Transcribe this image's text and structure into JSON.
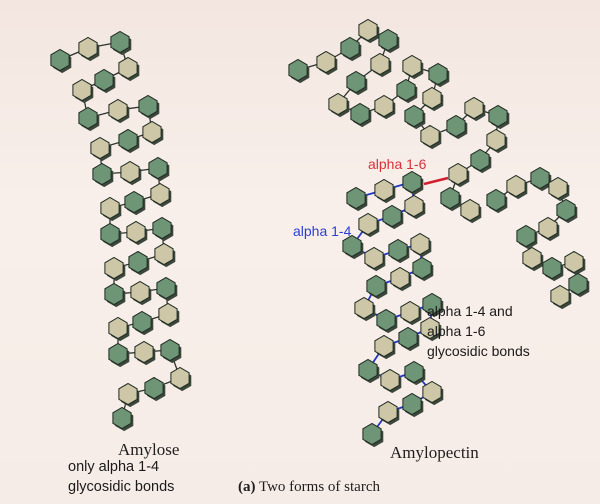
{
  "figure": {
    "amylose": {
      "name": "Amylose",
      "note_line1": "only alpha 1-4",
      "note_line2": "glycosidic  bonds"
    },
    "amylopectin": {
      "name": "Amylopectin",
      "bond_label_16": "alpha 1-6",
      "bond_label_14": "alpha 1-4",
      "bond_note": [
        "alpha 1-4 and",
        "alpha 1-6",
        "glycosidic  bonds"
      ]
    },
    "caption_letter": "(a)",
    "caption_text": " Two forms of starch"
  },
  "colors": {
    "background": "#f6ece6",
    "ring_green": "#6f9577",
    "ring_tan": "#cdc7a7",
    "ring_stroke": "#1f2a22",
    "bond_alpha16": "#d11f2e",
    "bond_alpha14": "#2236c8",
    "label_alpha16": "#d8313a",
    "label_alpha14": "#2a3fd4"
  }
}
